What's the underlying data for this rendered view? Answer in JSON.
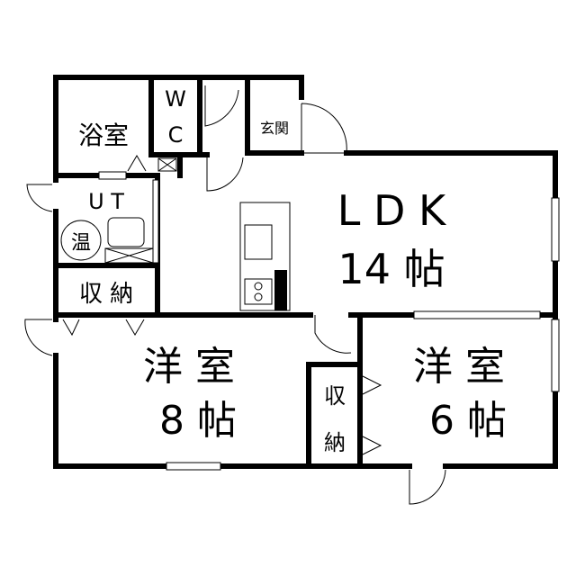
{
  "rooms": {
    "bath": "浴室",
    "wc_w": "W",
    "wc_c": "C",
    "entrance": "玄関",
    "ut": "U T",
    "water_heater": "温",
    "storage_left": "収 納",
    "ldk_name": "L D K",
    "ldk_size": "14  帖",
    "western8_name": "洋  室",
    "western8_size": "8  帖",
    "western6_name": "洋  室",
    "western6_size": "6  帖",
    "closet_top": "収",
    "closet_bottom": "納"
  }
}
